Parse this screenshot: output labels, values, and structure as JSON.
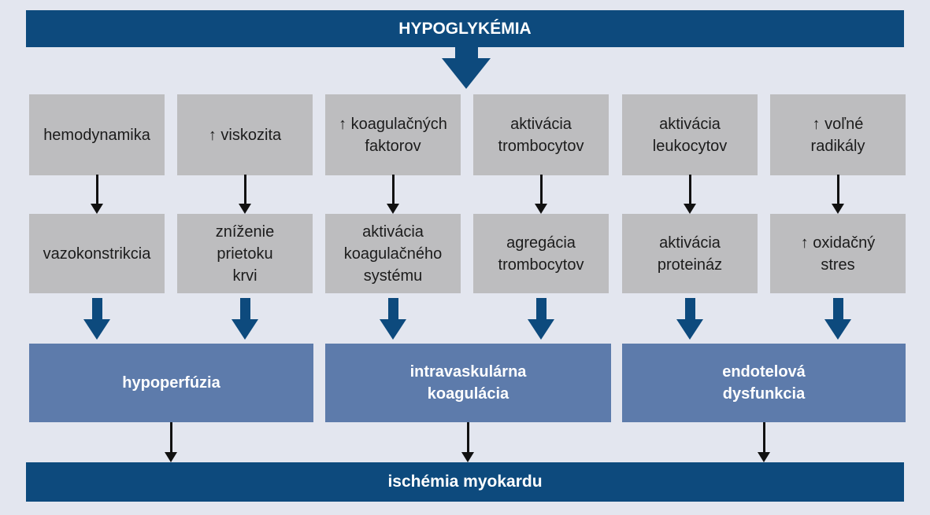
{
  "diagram": {
    "title": "HYPOGLYKÉMIA",
    "causes": [
      "hemodynamika",
      "↑ viskozita",
      "↑ koagulačných\nfaktorov",
      "aktivácia\ntrombocytov",
      "aktivácia\nleukocytov",
      "↑ voľné\nradikály"
    ],
    "mechanisms": [
      "vazokonstrikcia",
      "zníženie\nprietoku\nkrvi",
      "aktivácia\nkoagulačného\nsystému",
      "agregácia\ntrombocytov",
      "aktivácia\nproteináz",
      "↑ oxidačný\nstres"
    ],
    "outcomes": [
      "hypoperfúzia",
      "intravaskulárna\nkoagulácia",
      "endotelová\ndysfunkcia"
    ],
    "result": "ischémia myokardu"
  },
  "colors": {
    "bg": "#e3e6ef",
    "dark-blue": "#0d4a7d",
    "gray-box": "#bdbdbf",
    "blue-box": "#5d7bab",
    "arrow-ink": "#111111",
    "ink": "#1c1c1c",
    "text-light": "#ffffff"
  }
}
